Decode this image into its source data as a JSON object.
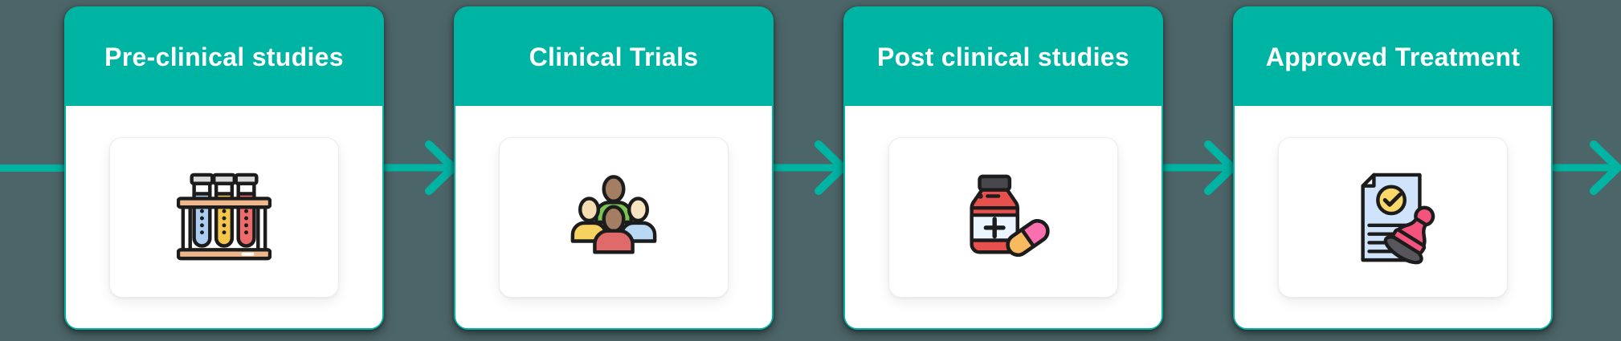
{
  "diagram": {
    "background_color": "#4c6568",
    "accent_color": "#00b4a4",
    "card_header_color": "#00b4a4",
    "card_body_color": "#ffffff",
    "connector": {
      "type": "arrow-right",
      "color": "#00b4a4"
    },
    "steps": [
      {
        "title": "Pre-clinical studies",
        "icon": "test-tubes-icon"
      },
      {
        "title": "Clinical Trials",
        "icon": "people-group-icon"
      },
      {
        "title": "Post clinical studies",
        "icon": "medicine-bottle-pill-icon"
      },
      {
        "title": "Approved Treatment",
        "icon": "approved-document-stamp-icon"
      }
    ]
  }
}
